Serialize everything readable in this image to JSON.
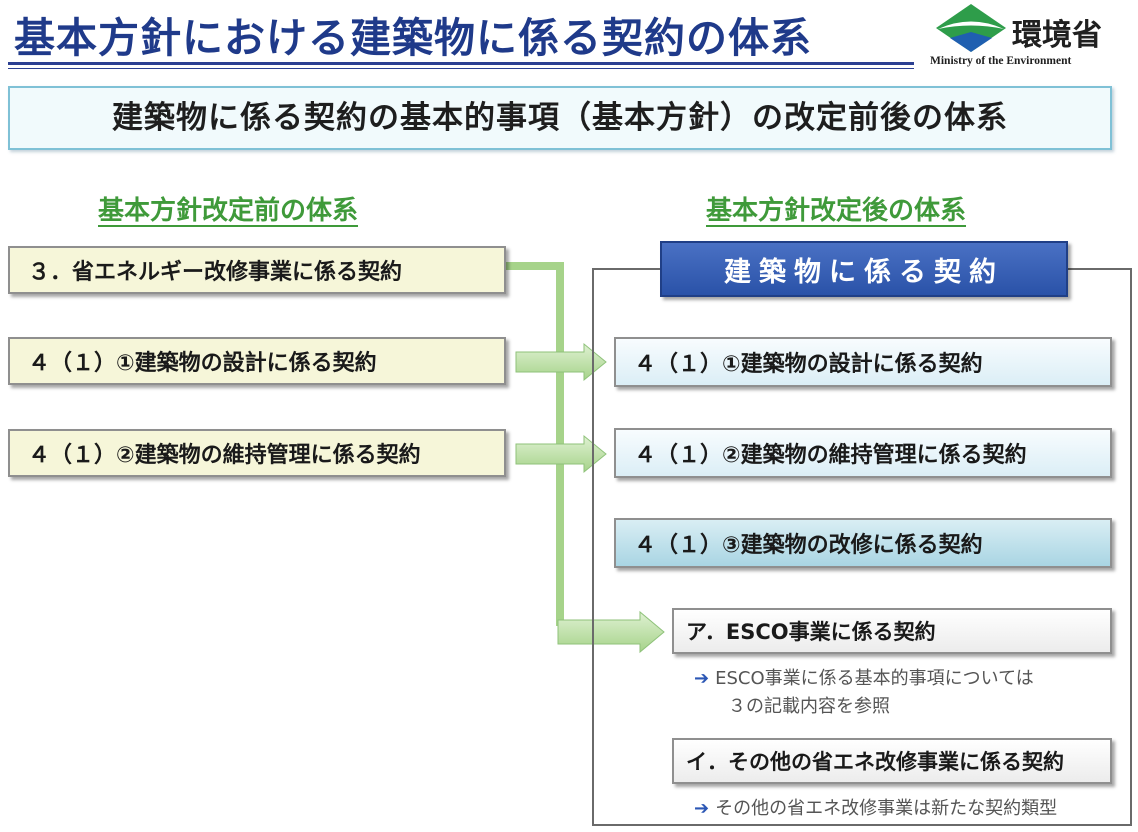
{
  "header": {
    "title": "基本方針における建築物に係る契約の体系",
    "logo": {
      "name": "環境省",
      "subtitle": "Ministry of the Environment"
    }
  },
  "subtitle": "建築物に係る契約の基本的事項（基本方針）の改定前後の体系",
  "before": {
    "heading": "基本方針改定前の体系",
    "items": [
      "３．省エネルギー改修事業に係る契約",
      "４（１）①建築物の設計に係る契約",
      "４（１）②建築物の維持管理に係る契約"
    ]
  },
  "after": {
    "heading": "基本方針改定後の体系",
    "group_title": "建築物に係る契約",
    "items": [
      "４（１）①建築物の設計に係る契約",
      "４（１）②建築物の維持管理に係る契約",
      "４（１）③建築物の改修に係る契約"
    ],
    "sub_items": [
      {
        "label": "ア．ESCO事業に係る契約",
        "note_lines": [
          "ESCO事業に係る基本的事項については",
          "３の記載内容を参照"
        ]
      },
      {
        "label": "イ．その他の省エネ改修事業に係る契約",
        "note_lines": [
          "その他の省エネ改修事業は新たな契約類型"
        ]
      }
    ]
  },
  "colors": {
    "title": "#1f3a8a",
    "heading_green": "#3f9a3a",
    "connector_green": "#a6d38a",
    "group_header": "#2a52a8",
    "left_box": "#f6f6d9",
    "right_box": "#dbeef6"
  }
}
